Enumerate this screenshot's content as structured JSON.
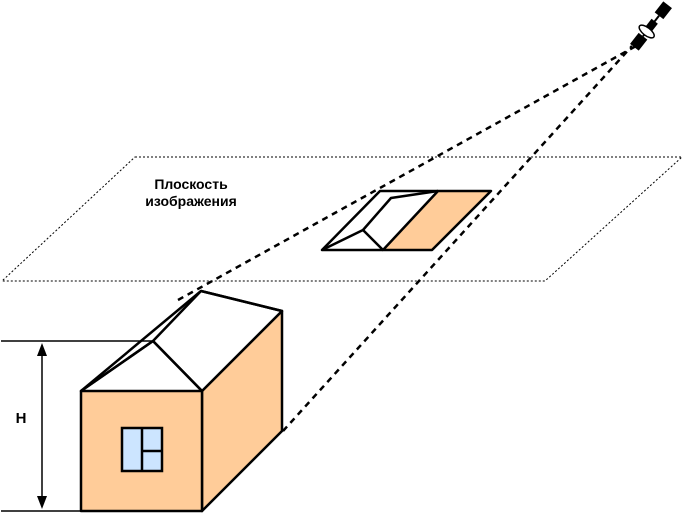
{
  "labels": {
    "plane_line1": "Плоскость",
    "plane_line2": "изображения",
    "height": "H"
  },
  "colors": {
    "wall": "#ffcc99",
    "window": "#cce5ff",
    "stroke": "#000000",
    "background": "#ffffff"
  },
  "icons": {
    "satellite": "satellite-icon"
  }
}
